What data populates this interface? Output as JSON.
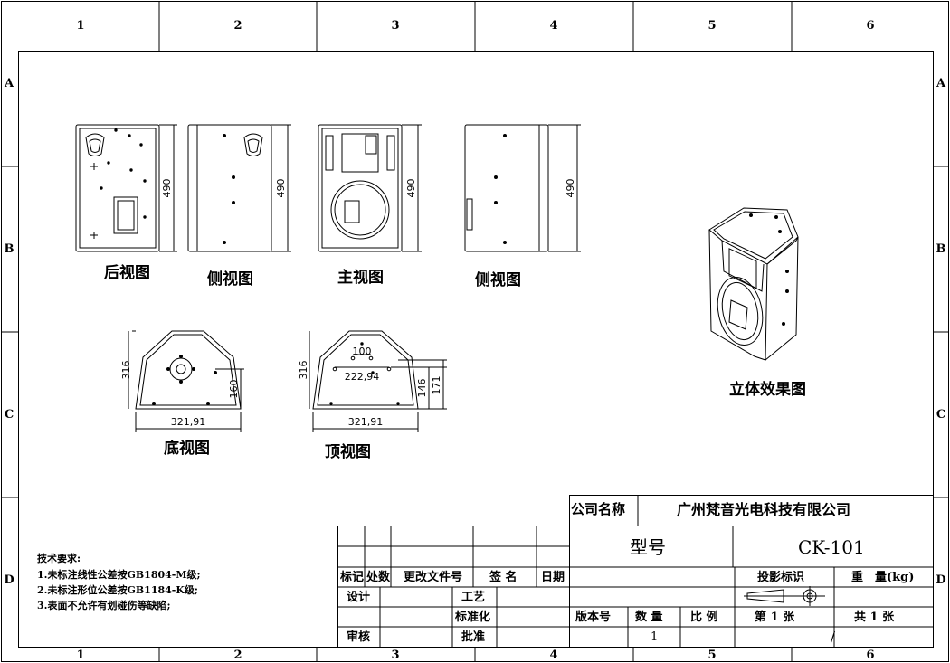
{
  "zones": {
    "columns": [
      "1",
      "2",
      "3",
      "4",
      "5",
      "6"
    ],
    "rows": [
      "A",
      "B",
      "C",
      "D"
    ]
  },
  "views": {
    "rear": "后视图",
    "side_left": "侧视图",
    "front": "主视图",
    "side_right": "侧视图",
    "bottom": "底视图",
    "top": "顶视图",
    "iso": "立体效果图"
  },
  "dimensions": {
    "height": "490",
    "depth": "316",
    "bottom_width": "321,91",
    "bottom_hole_height": "160",
    "top_width": "321,91",
    "top_hole_spacing_inner": "100",
    "top_hole_spacing_outer": "222,94",
    "top_hole_height_1": "146",
    "top_hole_height_2": "171"
  },
  "requirements": {
    "title": "技术要求:",
    "items": [
      "1.未标注线性公差按GB1804-M级;",
      "2.未标注形位公差按GB1184-K级;",
      "3.表面不允许有划碰伤等缺陷;"
    ]
  },
  "title_block": {
    "company_label": "公司名称",
    "company_name": "广州梵音光电科技有限公司",
    "model_label": "型号",
    "model_value": "CK-101",
    "rev_headers": [
      "标记",
      "处数",
      "更改文件号",
      "签 名",
      "日期"
    ],
    "design": "设计",
    "process": "工艺",
    "standardize": "标准化",
    "review": "审核",
    "approve": "批准",
    "projection": "投影标识",
    "weight": "重　量(kg)",
    "version": "版本号",
    "quantity": "数 量",
    "scale": "比 例",
    "sheet": "第 1 张",
    "total": "共 1 张",
    "quantity_value": "1",
    "slash": "/"
  }
}
